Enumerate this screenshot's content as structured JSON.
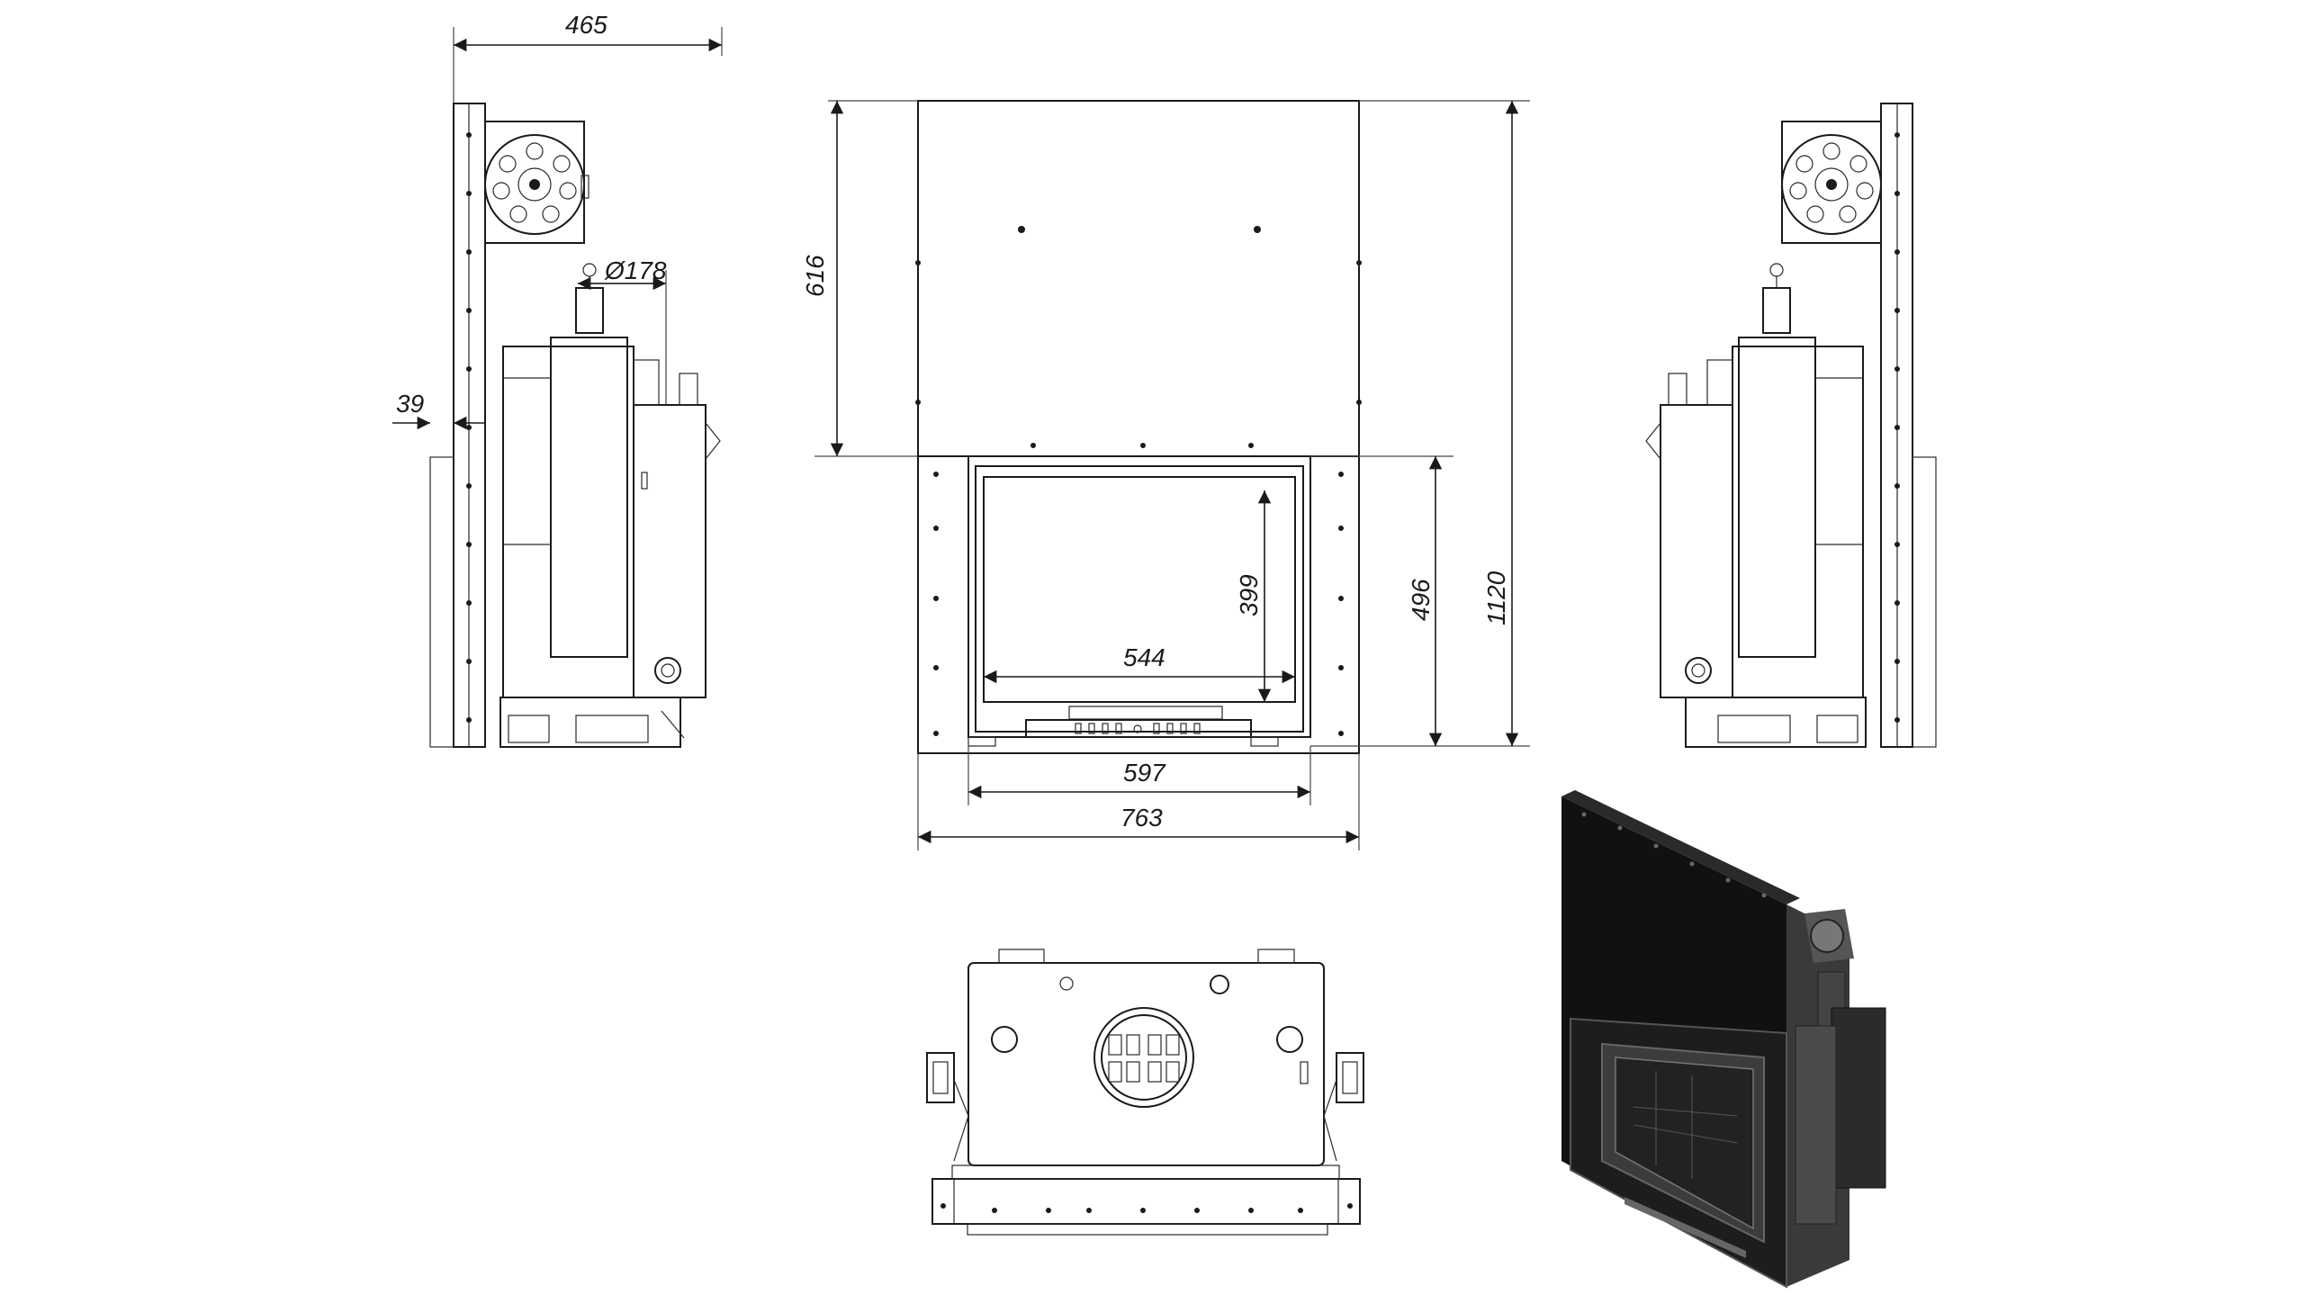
{
  "dimensions": {
    "side_depth": "465",
    "flue_diameter": "Ø178",
    "side_offset": "39",
    "upper_height": "616",
    "glass_height": "399",
    "opening_height": "496",
    "total_height": "1120",
    "glass_width": "544",
    "frame_width": "597",
    "total_width": "763"
  },
  "colors": {
    "line": "#1a1a1a",
    "background": "#ffffff",
    "render_body": "#111111"
  }
}
